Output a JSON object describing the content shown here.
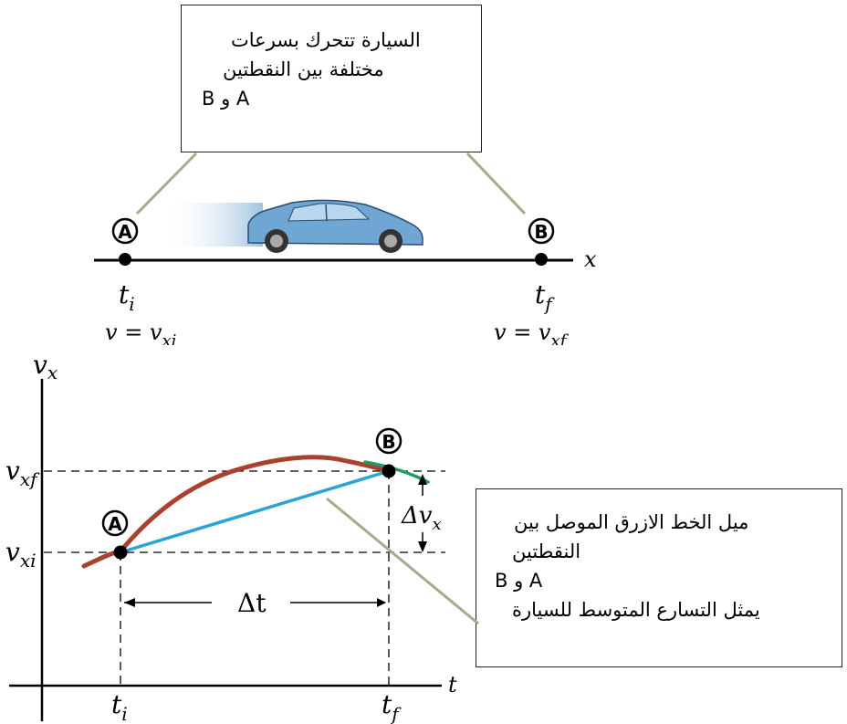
{
  "top_callout": {
    "line1": "السيارة تتحرك بسرعات",
    "line2": "مختلفة بين النقطتين",
    "line3": "A و B"
  },
  "bottom_callout": {
    "line1": "ميل الخط الازرق الموصل بين",
    "line2": "النقطتين",
    "line3": "A و B",
    "line4": "يمثل التسارع المتوسط للسيارة"
  },
  "track": {
    "point_a": "A",
    "point_b": "B",
    "axis_label": "x",
    "ti_base": "t",
    "ti_sub": "i",
    "tf_base": "t",
    "tf_sub": "f",
    "v_left": "v = v",
    "v_left_sub": "xi",
    "v_right": "v = v",
    "v_right_sub": "xf"
  },
  "graph": {
    "y_axis_base": "v",
    "y_axis_sub": "x",
    "x_axis_label": "t",
    "vxf_base": "v",
    "vxf_sub": "xf",
    "vxi_base": "v",
    "vxi_sub": "xi",
    "point_a": "A",
    "point_b": "B",
    "delta_t": "Δt",
    "delta_v_base": "Δv",
    "delta_v_sub": "x",
    "ti_base": "t",
    "ti_sub": "i",
    "tf_base": "t",
    "tf_sub": "f"
  },
  "colors": {
    "curve": "#a8412e",
    "chord": "#2aa3d6",
    "tangent": "#1f9e64",
    "leader": "#a9a98e",
    "car": "#6fa6d3"
  }
}
